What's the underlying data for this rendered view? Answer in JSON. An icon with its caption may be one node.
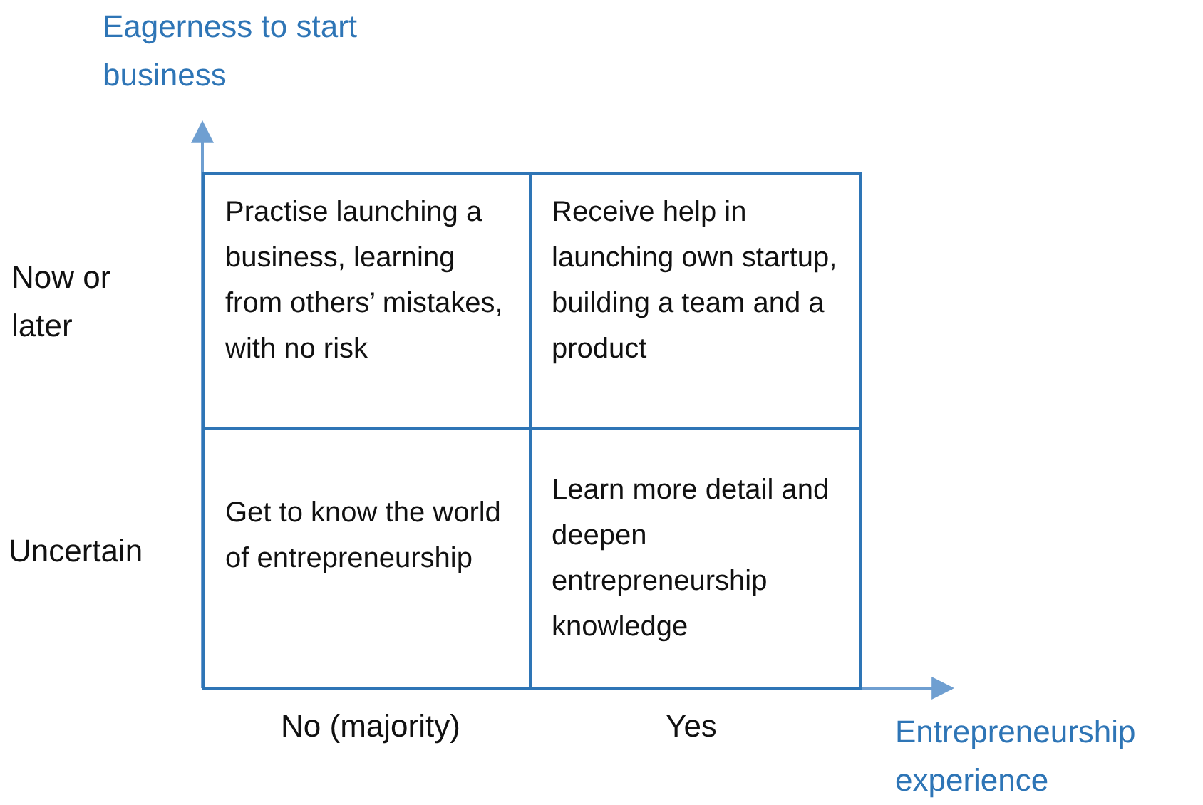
{
  "diagram": {
    "nodes": [
      {
        "text": [
          "Practise launching a business, learning from others’ mistakes, with no risk"
        ]
      },
      {
        "text": [
          "Receive help in launching own startup, building a team and a product"
        ]
      },
      {
        "text": [
          "Get to know the world of entrepreneurship"
        ]
      },
      {
        "text": [
          "Learn more detail and deepen entrepreneurship knowledge"
        ]
      }
    ],
    "labels": [
      "Eagerness to start business",
      "Now or later",
      "Uncertain",
      "No (majority)",
      "Yes",
      "Entrepreneurship experience"
    ]
  }
}
